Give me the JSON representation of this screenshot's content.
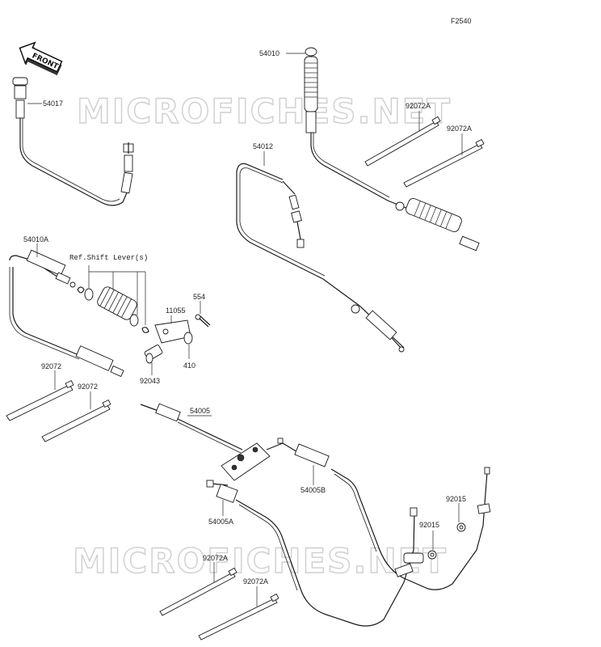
{
  "figure_code": "F2540",
  "front_arrow_label": "FRONT",
  "watermark_text": "MICROFICHES.NET",
  "reference_note": "Ref.Shift Lever(s)",
  "callouts": {
    "p54017": "54017",
    "p54010": "54010",
    "p92072A_1": "92072A",
    "p92072A_2": "92072A",
    "p54012": "54012",
    "p54010A": "54010A",
    "p11055": "11055",
    "p554": "554",
    "p410": "410",
    "p92043": "92043",
    "p92072_1": "92072",
    "p92072_2": "92072",
    "p54005": "54005",
    "p54005B": "54005B",
    "p54005A": "54005A",
    "p92015_1": "92015",
    "p92015_2": "92015",
    "p92072A_3": "92072A",
    "p92072A_4": "92072A"
  }
}
